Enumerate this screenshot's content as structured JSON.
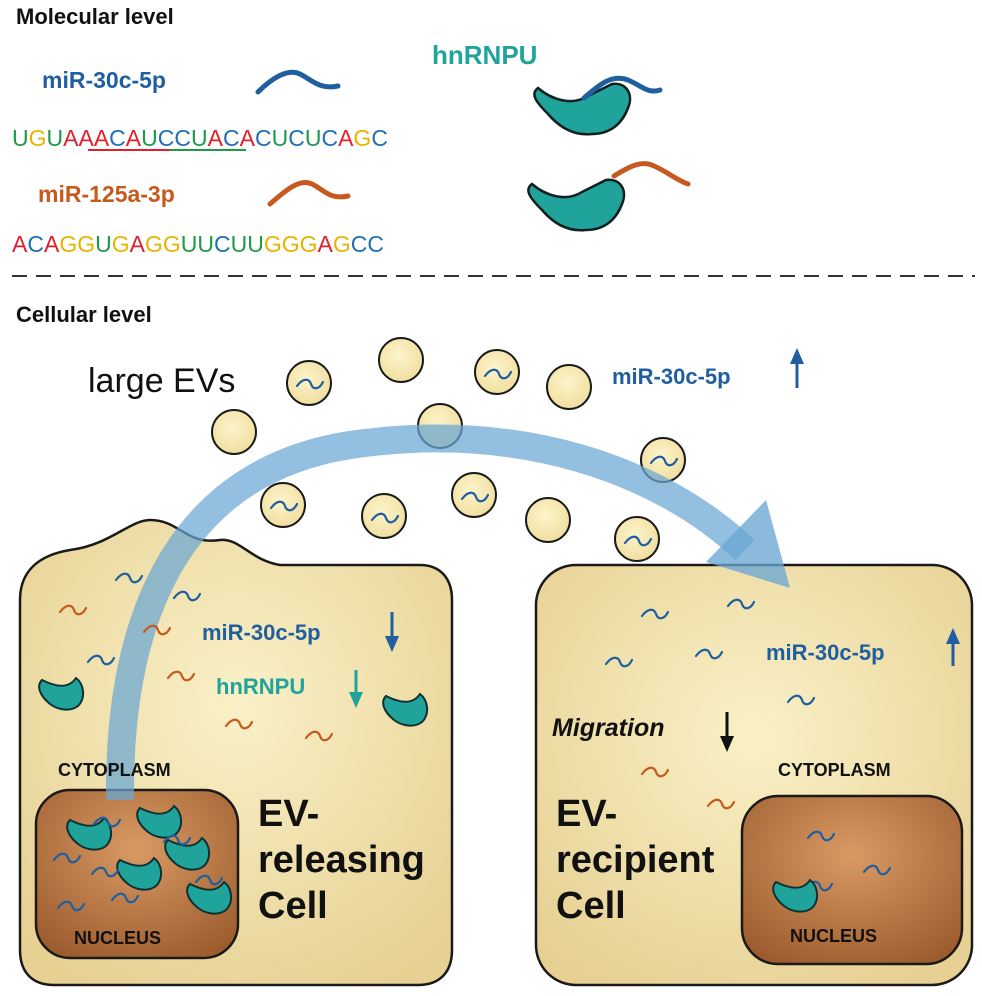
{
  "molecular": {
    "title": "Molecular level",
    "mir30_label": "miR-30c-5p",
    "mir30_seq": "UGUAAACAUCCUACACUCUCAGC",
    "mir125_label": "miR-125a-3p",
    "mir125_seq": "ACAGGUGAGGUUCUUGGGAGCC",
    "hnrnpu_label": "hnRNPU"
  },
  "cellular": {
    "title": "Cellular level",
    "evs_label": "large EVs",
    "top_mir": "miR-30c-5p",
    "left_cell": {
      "mir_label": "miR-30c-5p",
      "hnrnpu_label": "hnRNPU",
      "cytoplasm": "CYTOPLASM",
      "nucleus": "NUCLEUS",
      "name_line1": "EV-",
      "name_line2": "releasing",
      "name_line3": "Cell"
    },
    "right_cell": {
      "mir_label": "miR-30c-5p",
      "migration_label": "Migration",
      "cytoplasm": "CYTOPLASM",
      "nucleus": "NUCLEUS",
      "name_line1": "EV-",
      "name_line2": "recipient",
      "name_line3": "Cell"
    }
  },
  "colors": {
    "mir30": "#1f5fa0",
    "mir125": "#c65a1e",
    "hnrnpu": "#1fa39a",
    "A": "#e0202a",
    "C": "#1f6fb5",
    "G": "#e8b400",
    "U": "#1e9a4a"
  }
}
